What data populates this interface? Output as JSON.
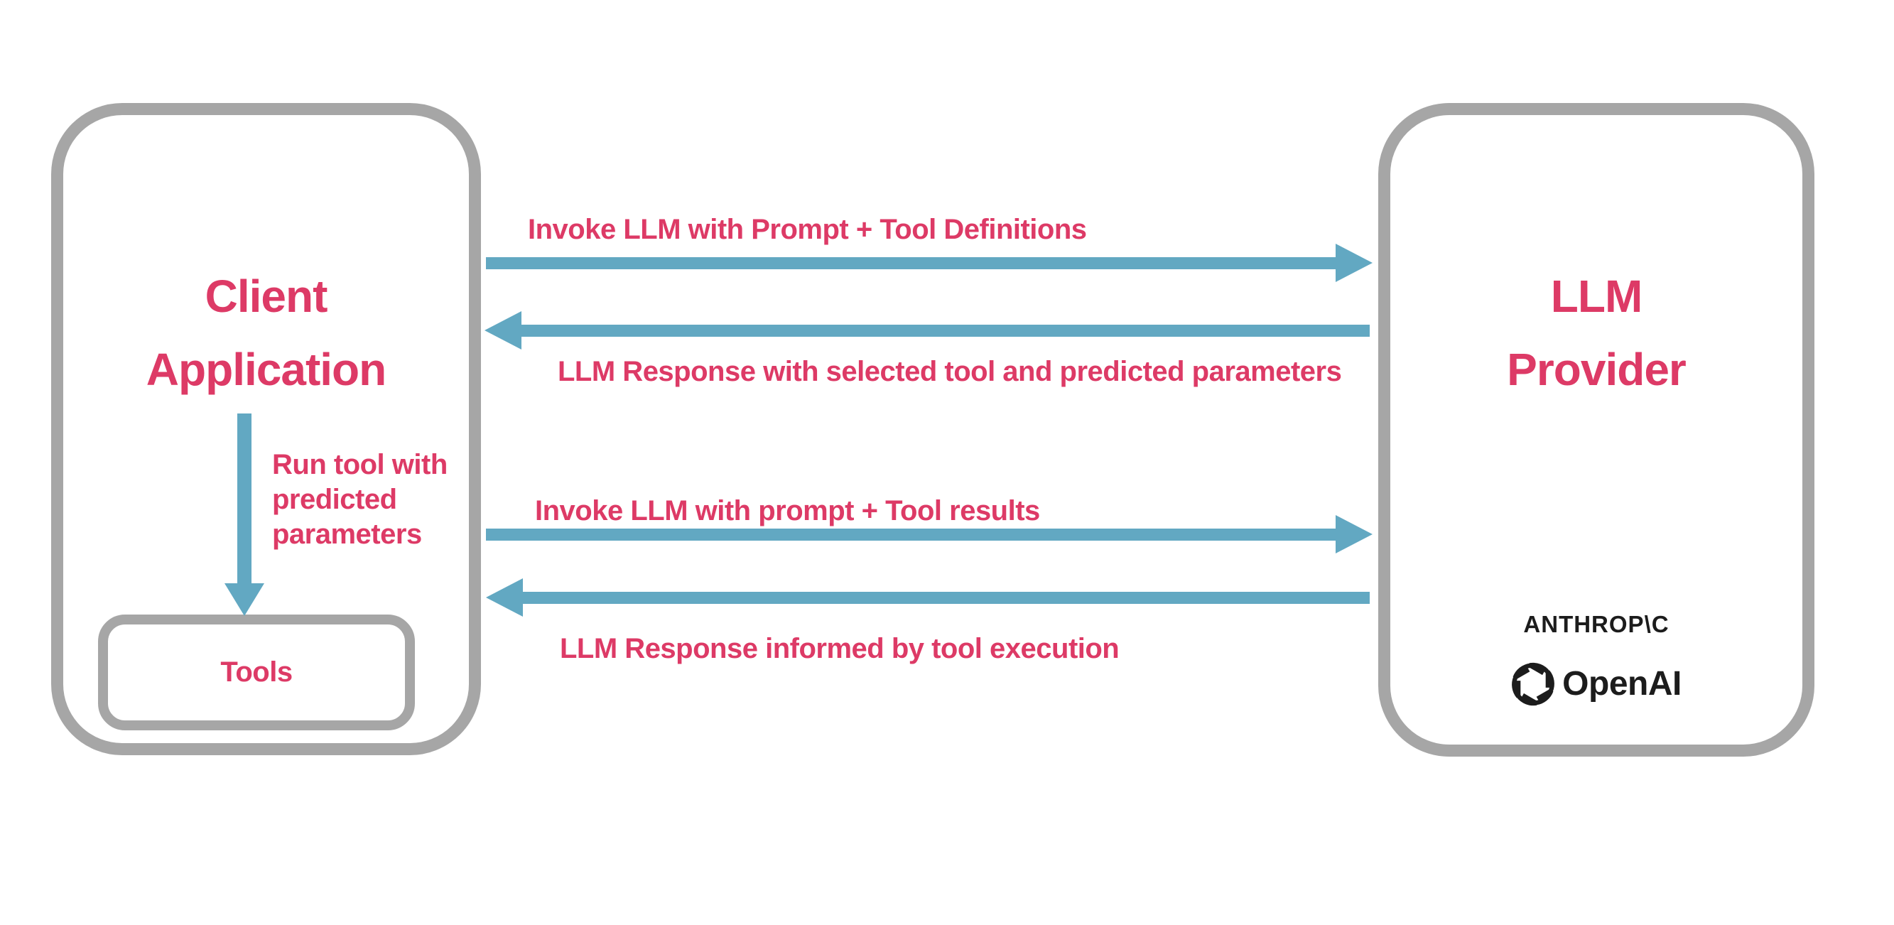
{
  "colors": {
    "accent_pink": "#dd3a66",
    "arrow_blue": "#62a8c2",
    "border_gray": "#a6a6a6",
    "logo_black": "#1c1c1c"
  },
  "client": {
    "title_line1": "Client",
    "title_line2": "Application",
    "tools_label": "Tools"
  },
  "provider": {
    "title_line1": "LLM",
    "title_line2": "Provider",
    "anthropic_logo_text": "ANTHROP\\C",
    "openai_logo_text": "OpenAI"
  },
  "arrows": [
    {
      "label": "Invoke LLM with Prompt + Tool Definitions",
      "direction": "right",
      "from": "client",
      "to": "provider"
    },
    {
      "label": "LLM Response with selected tool and predicted parameters",
      "direction": "left",
      "from": "provider",
      "to": "client"
    },
    {
      "label": "Invoke LLM with prompt + Tool results",
      "direction": "right",
      "from": "client",
      "to": "provider"
    },
    {
      "label": "LLM Response informed by tool execution",
      "direction": "left",
      "from": "provider",
      "to": "client"
    },
    {
      "label": "Run tool with predicted parameters",
      "direction": "down",
      "from": "client",
      "to": "tools"
    }
  ]
}
